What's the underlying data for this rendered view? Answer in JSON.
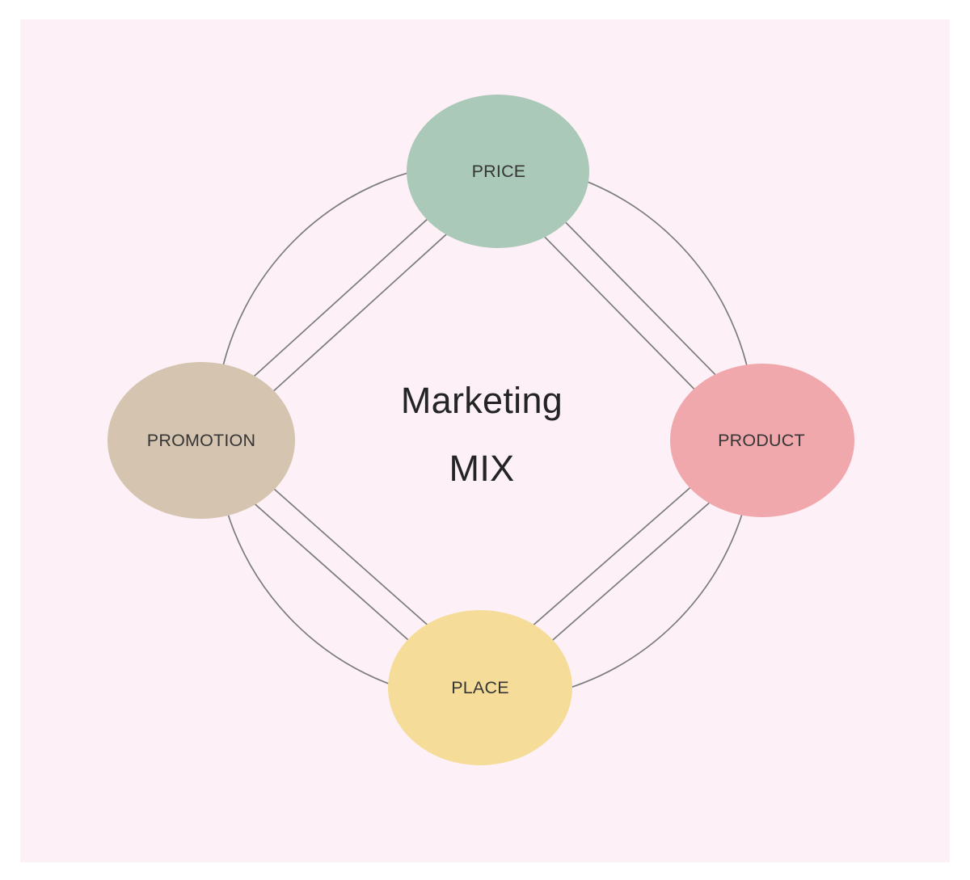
{
  "diagram": {
    "page_background": "#ffffff",
    "canvas_background": "#fdf1f7",
    "connector_color": "#7b7b7b",
    "label_color": "#363636",
    "title": {
      "line1": "Marketing",
      "line2": "MIX",
      "color": "#242424"
    },
    "nodes": [
      {
        "id": "price",
        "label": "PRICE",
        "position": "top",
        "fill": "#aac9b8"
      },
      {
        "id": "product",
        "label": "PRODUCT",
        "position": "right",
        "fill": "#f0a8ac"
      },
      {
        "id": "place",
        "label": "PLACE",
        "position": "bottom",
        "fill": "#f5dc98"
      },
      {
        "id": "promotion",
        "label": "PROMOTION",
        "position": "left",
        "fill": "#d5c4af"
      }
    ]
  }
}
